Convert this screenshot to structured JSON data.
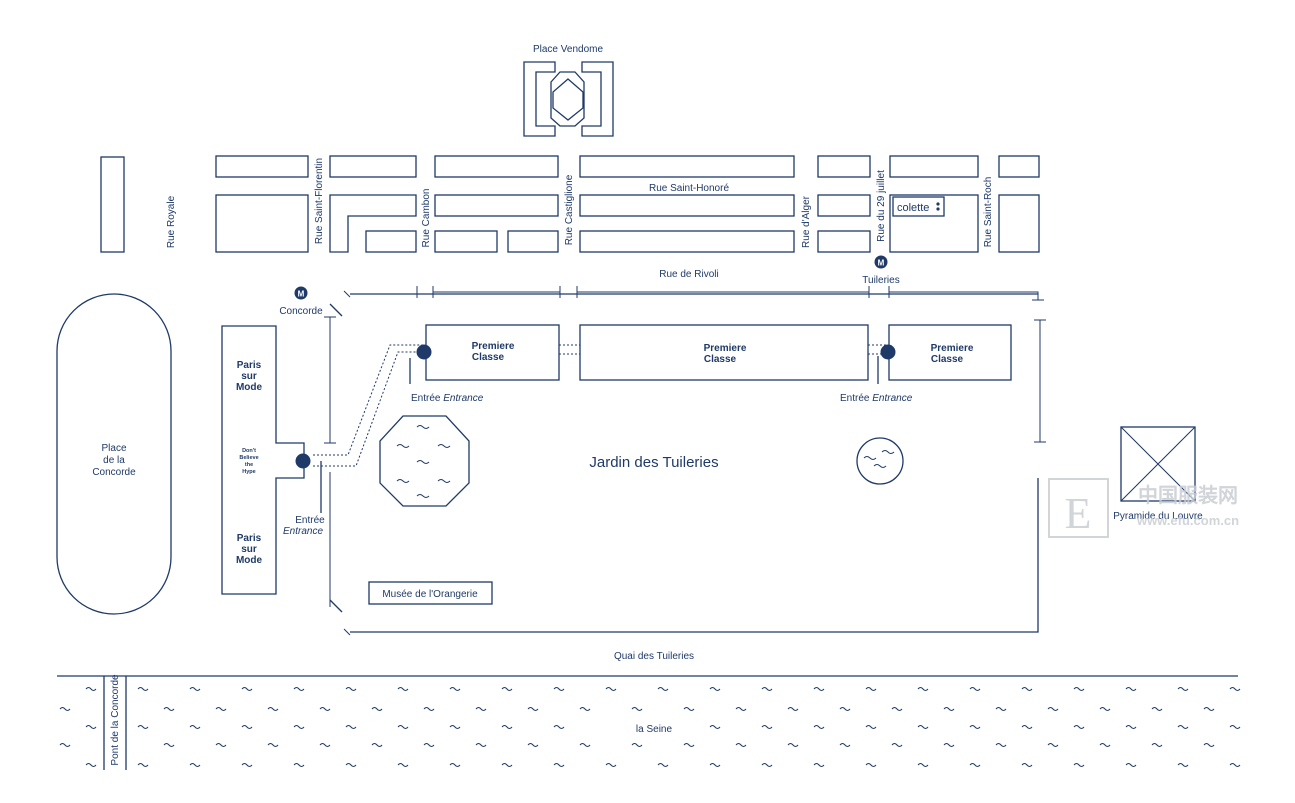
{
  "colors": {
    "ink": "#1f3a68",
    "watermark": "#c9cdd3",
    "background": "#ffffff"
  },
  "places": {
    "place_vendome": "Place Vendome",
    "place_concorde": [
      "Place",
      "de la",
      "Concorde"
    ],
    "jardin": "Jardin des Tuileries",
    "orangerie": "Musée de l'Orangerie",
    "pyramide": "Pyramide du Louvre",
    "seine": "la Seine"
  },
  "streets": {
    "rue_royale": "Rue Royale",
    "rue_saint_florentin": "Rue Saint-Florentin",
    "rue_cambon": "Rue Cambon",
    "rue_castiglione": "Rue Castiglione",
    "rue_saint_honore": "Rue Saint-Honoré",
    "rue_alger": "Rue d'Alger",
    "rue_29_juillet": "Rue du 29 juillet",
    "rue_saint_roch": "Rue Saint-Roch",
    "rue_rivoli": "Rue de Rivoli",
    "quai": "Quai des Tuileries",
    "pont": "Pont de la Concorde"
  },
  "metro": {
    "icon_letter": "M",
    "concorde": "Concorde",
    "tuileries": "Tuileries"
  },
  "shop": {
    "colette": "colette"
  },
  "venues": {
    "paris_sur_mode_top": [
      "Paris",
      "sur",
      "Mode"
    ],
    "paris_sur_mode_bottom": [
      "Paris",
      "sur",
      "Mode"
    ],
    "dont_believe": [
      "Don't",
      "Believe",
      "the",
      "Hype"
    ],
    "premiere_classe_1": [
      "Premiere",
      "Classe"
    ],
    "premiere_classe_2": [
      "Premiere",
      "Classe"
    ],
    "premiere_classe_3": [
      "Premiere",
      "Classe"
    ]
  },
  "entrances": {
    "entree_word": "Entrée",
    "entrance_word": "Entrance"
  },
  "watermark": {
    "title": "中国服装网",
    "url": "www.efu.com.cn",
    "logo_letter": "E"
  }
}
